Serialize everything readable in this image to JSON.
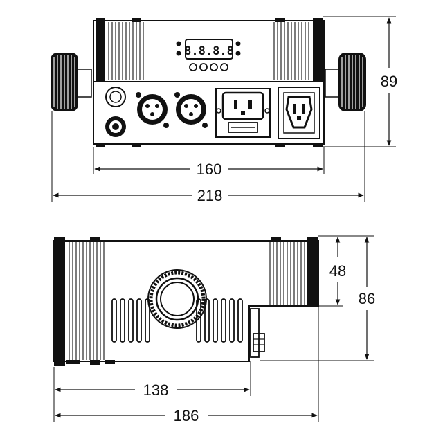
{
  "diagram": {
    "front_view": {
      "display_text": "8.8.8.8",
      "dimensions": {
        "width_body": "160",
        "width_overall": "218",
        "height": "89"
      }
    },
    "side_view": {
      "dimensions": {
        "height_upper": "48",
        "height_overall": "86",
        "depth_body": "138",
        "depth_overall": "186"
      }
    },
    "colors": {
      "line": "#111111",
      "background": "#ffffff"
    }
  }
}
